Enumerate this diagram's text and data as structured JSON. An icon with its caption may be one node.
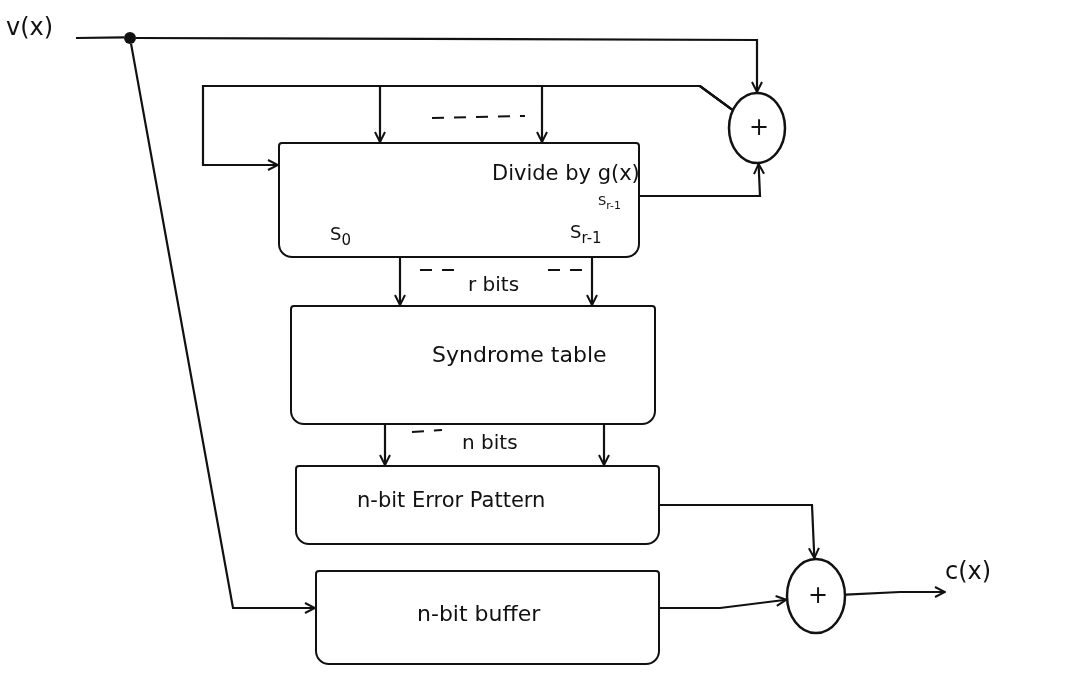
{
  "diagram": {
    "nodes": [
      {
        "text": [
          "v(x)"
        ]
      },
      {
        "text": [],
        "shape": "circle"
      },
      {
        "text": [
          "+"
        ]
      },
      {
        "text": [
          "Divide by g(x)",
          "S$_{r-1}$",
          "S$_{0}$",
          "S$_{r-1}$"
        ]
      },
      {
        "text": [
          "Syndrome table"
        ]
      },
      {
        "text": [
          "n-bit Error Pattern"
        ]
      },
      {
        "text": [
          "n-bit buffer"
        ]
      },
      {
        "text": [
          "+"
        ]
      },
      {
        "text": [
          "c(x)"
        ]
      }
    ],
    "edges": [
      {
        "from": 0,
        "to": 1,
        "arrow": "none"
      },
      {
        "from": 1,
        "to": 2,
        "arrow": "to"
      },
      {
        "from": 1,
        "to": 6,
        "arrow": "to"
      },
      {
        "from": 2,
        "to": 3,
        "arrow": "to"
      },
      {
        "from": 2,
        "to": 3,
        "arrow": "to"
      },
      {
        "from": 2,
        "to": 3,
        "arrow": "to"
      },
      {
        "from": 3,
        "to": 2,
        "arrow": "to"
      },
      {
        "from": 3,
        "to": 4,
        "arrow": "to"
      },
      {
        "from": 3,
        "to": 4,
        "arrow": "to"
      },
      {
        "from": 4,
        "to": 5,
        "arrow": "to"
      },
      {
        "from": 4,
        "to": 5,
        "arrow": "to"
      },
      {
        "from": 5,
        "to": 7,
        "arrow": "to"
      },
      {
        "from": 6,
        "to": 7,
        "arrow": "to"
      },
      {
        "from": 7,
        "to": 8,
        "arrow": "to"
      }
    ],
    "labels": [
      "r bits",
      "n bits"
    ]
  }
}
